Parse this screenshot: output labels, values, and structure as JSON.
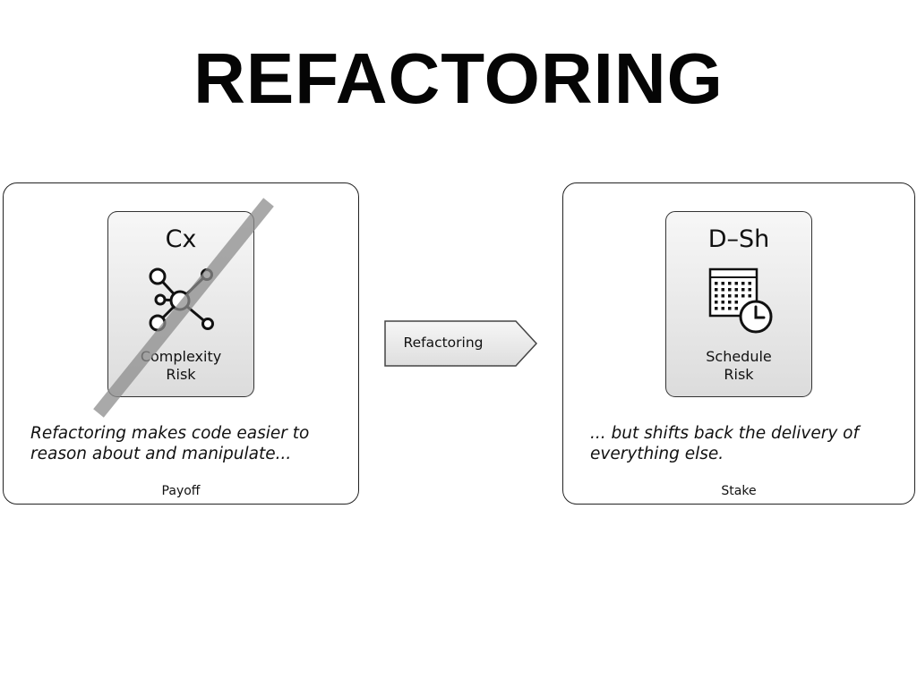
{
  "title": "REFACTORING",
  "arrow": {
    "label": "Refactoring"
  },
  "left_panel": {
    "risk_code": "Cx",
    "risk_label": "Complexity\nRisk",
    "icon": "network-icon",
    "crossed_out": true,
    "caption": "Refactoring makes code easier to reason about and manipulate...",
    "footer": "Payoff"
  },
  "right_panel": {
    "risk_code": "D–Sh",
    "risk_label": "Schedule\nRisk",
    "icon": "calendar-clock-icon",
    "crossed_out": false,
    "caption": "... but shifts back the delivery of everything else.",
    "footer": "Stake"
  }
}
